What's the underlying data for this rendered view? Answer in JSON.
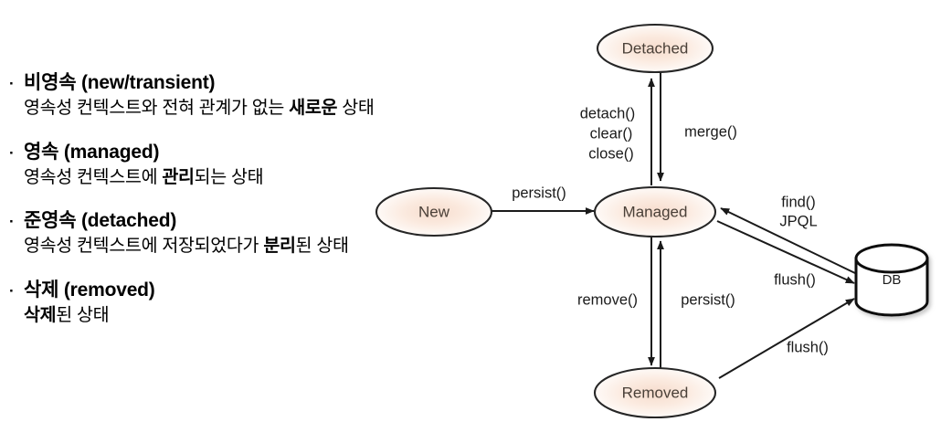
{
  "bullets": [
    {
      "marker": "·",
      "heading": "비영속 (new/transient)",
      "sub_pre": "영속성 컨텍스트와 전혀 관계가 없는 ",
      "sub_bold": "새로운",
      "sub_post": " 상태"
    },
    {
      "marker": "·",
      "heading": "영속 (managed)",
      "sub_pre": "영속성 컨텍스트에 ",
      "sub_bold": "관리",
      "sub_post": "되는 상태"
    },
    {
      "marker": "·",
      "heading": "준영속 (detached)",
      "sub_pre": "영속성 컨텍스트에 저장되었다가 ",
      "sub_bold": "분리",
      "sub_post": "된 상태"
    },
    {
      "marker": "·",
      "heading": "삭제 (removed)",
      "sub_pre": "",
      "sub_bold": "삭제",
      "sub_post": "된 상태"
    }
  ],
  "diagram": {
    "nodes": {
      "detached": "Detached",
      "new": "New",
      "managed": "Managed",
      "removed": "Removed",
      "db": "DB"
    },
    "edge_labels": {
      "detach_clear_close_1": "detach()",
      "detach_clear_close_2": "clear()",
      "detach_clear_close_3": "close()",
      "merge": "merge()",
      "persist_new": "persist()",
      "find": "find()",
      "jpql": "JPQL",
      "flush_managed": "flush()",
      "remove": "remove()",
      "persist_removed": "persist()",
      "flush_removed": "flush()"
    }
  },
  "colors": {
    "node_fill_center": "#f6ded2",
    "node_fill_edge": "#ffffff",
    "node_stroke": "#262626",
    "node_text": "#4a4038",
    "edge_stroke": "#1a1a1a",
    "background": "#ffffff"
  }
}
